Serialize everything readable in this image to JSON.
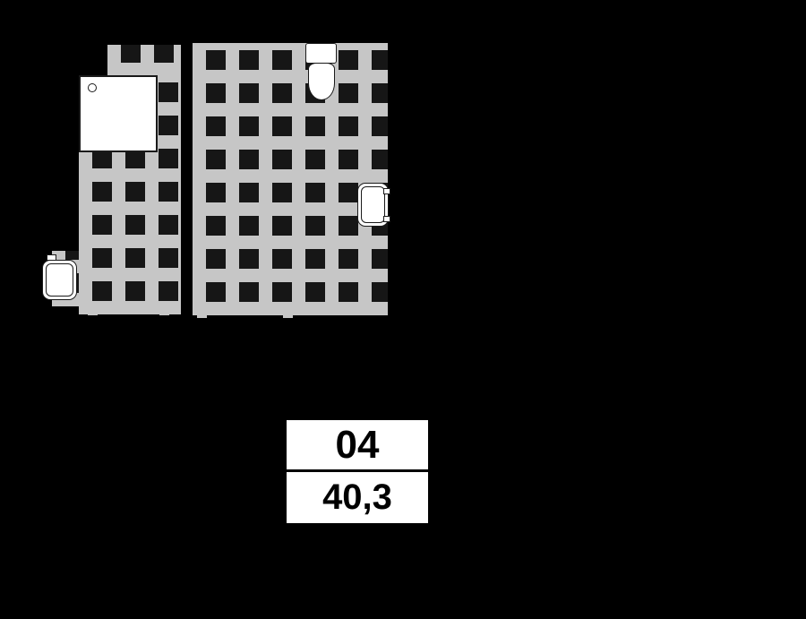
{
  "colors": {
    "bg": "#000000",
    "tile": "#c6c6c6",
    "square": "#161616",
    "fixture-fill": "#ffffff",
    "fixture-line": "#1a1a1a",
    "label-bg": "#ffffff",
    "label-text": "#000000"
  },
  "plan": {
    "fixtures": {
      "shower": "shower-tray",
      "toilet": "toilet",
      "washbasin_right": "washbasin",
      "washbasin_left": "washbasin"
    }
  },
  "unit": {
    "number": "04",
    "area": "40,3"
  }
}
